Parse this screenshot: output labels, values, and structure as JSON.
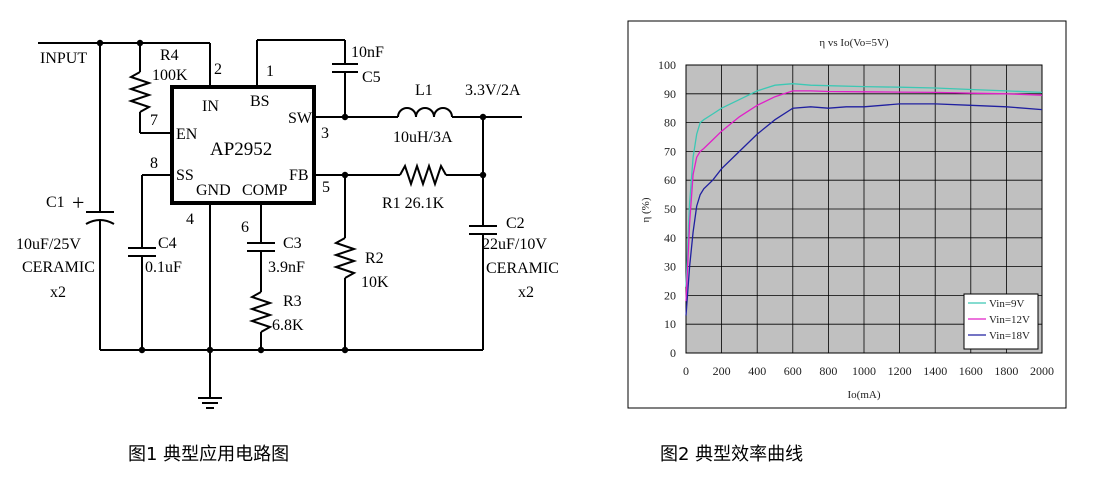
{
  "fig1": {
    "caption": "图1  典型应用电路图",
    "input_label": "INPUT",
    "chip": {
      "name": "AP2952",
      "pins": {
        "in": "IN",
        "bs": "BS",
        "sw": "SW",
        "en": "EN",
        "ss": "SS",
        "gnd": "GND",
        "comp": "COMP",
        "fb": "FB"
      },
      "pin_numbers": {
        "p1": "1",
        "p2": "2",
        "p3": "3",
        "p4": "4",
        "p5": "5",
        "p6": "6",
        "p7": "7",
        "p8": "8"
      }
    },
    "components": {
      "r4_name": "R4",
      "r4_value": "100K",
      "c5_value": "10nF",
      "c5_name": "C5",
      "l1_name": "L1",
      "l1_value": "10uH/3A",
      "output_label": "3.3V/2A",
      "r1_label": "R1  26.1K",
      "c1_name": "C1",
      "c1_value": "10uF/25V",
      "c1_type": "CERAMIC",
      "c1_qty": "x2",
      "c4_name": "C4",
      "c4_value": "0.1uF",
      "c3_name": "C3",
      "c3_value": "3.9nF",
      "r3_name": "R3",
      "r3_value": "6.8K",
      "r2_name": "R2",
      "r2_value": "10K",
      "c2_name": "C2",
      "c2_value": "22uF/10V",
      "c2_type": "CERAMIC",
      "c2_qty": "x2"
    }
  },
  "fig2": {
    "caption": "图2    典型效率曲线"
  },
  "chart_data": {
    "type": "line",
    "title": "η  vs  Io(Vo=5V)",
    "xlabel": "Io(mA)",
    "ylabel": "η (%)",
    "xlim": [
      0,
      2000
    ],
    "ylim": [
      0,
      100
    ],
    "x_ticks": [
      "0",
      "200",
      "400",
      "600",
      "800",
      "1000",
      "1200",
      "1400",
      "1600",
      "1800",
      "2000"
    ],
    "y_ticks": [
      "0",
      "10",
      "20",
      "30",
      "40",
      "50",
      "60",
      "70",
      "80",
      "90",
      "100"
    ],
    "grid": true,
    "legend_position": "bottom-right",
    "series": [
      {
        "name": "Vin=9V",
        "color": "#3cc8b4",
        "x": [
          0,
          20,
          40,
          60,
          80,
          100,
          150,
          200,
          300,
          400,
          500,
          600,
          700,
          800,
          1000,
          1200,
          1400,
          1600,
          1800,
          2000
        ],
        "y": [
          23,
          52,
          68,
          76,
          80,
          81,
          83,
          85,
          88,
          91,
          93,
          93.5,
          93,
          92.8,
          92.5,
          92.3,
          92,
          91.5,
          91,
          90.5
        ]
      },
      {
        "name": "Vin=12V",
        "color": "#e020c8",
        "x": [
          0,
          20,
          40,
          60,
          80,
          100,
          150,
          200,
          300,
          400,
          500,
          600,
          700,
          800,
          1000,
          1200,
          1400,
          1600,
          1800,
          2000
        ],
        "y": [
          18,
          45,
          62,
          68,
          70,
          71,
          74,
          77,
          82,
          86,
          89,
          91,
          91,
          90.8,
          90.7,
          90.6,
          90.5,
          90.2,
          90,
          89.5
        ]
      },
      {
        "name": "Vin=18V",
        "color": "#2020a0",
        "x": [
          0,
          20,
          40,
          60,
          80,
          100,
          150,
          200,
          300,
          400,
          500,
          600,
          700,
          800,
          900,
          1000,
          1200,
          1400,
          1600,
          1800,
          2000
        ],
        "y": [
          13,
          30,
          42,
          51,
          55,
          57,
          60,
          64,
          70,
          76,
          81,
          85,
          85.5,
          85,
          85.5,
          85.5,
          86.5,
          86.5,
          86,
          85.5,
          84.5
        ]
      }
    ]
  }
}
